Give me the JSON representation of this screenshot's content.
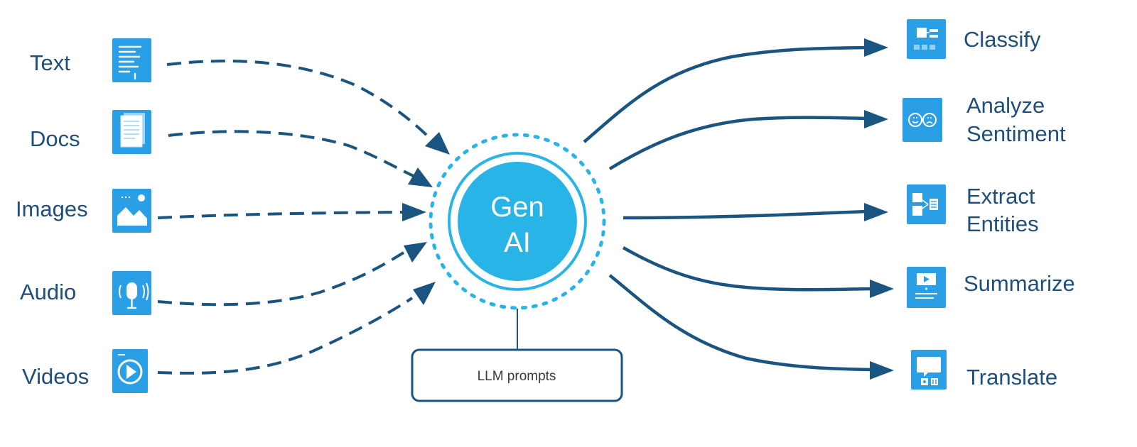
{
  "colors": {
    "arrow": "#1a5480",
    "label": "#1f4e79",
    "icon_blue": "#2a9fe6",
    "center_fill": "#29b4e8",
    "center_ring": "#29b4e8",
    "prompt_border": "#1a5480"
  },
  "center": {
    "line1": "Gen",
    "line2": "AI"
  },
  "prompt_box": {
    "label": "LLM prompts"
  },
  "inputs": [
    {
      "label": "Text",
      "icon": "text-lines-icon"
    },
    {
      "label": "Docs",
      "icon": "document-icon"
    },
    {
      "label": "Images",
      "icon": "image-icon"
    },
    {
      "label": "Audio",
      "icon": "microphone-icon"
    },
    {
      "label": "Videos",
      "icon": "play-video-icon"
    }
  ],
  "outputs": [
    {
      "label_lines": [
        "Classify"
      ],
      "icon": "classify-icon"
    },
    {
      "label_lines": [
        "Analyze",
        "Sentiment"
      ],
      "icon": "sentiment-faces-icon"
    },
    {
      "label_lines": [
        "Extract",
        "Entities"
      ],
      "icon": "extract-entities-icon"
    },
    {
      "label_lines": [
        "Summarize"
      ],
      "icon": "summarize-icon"
    },
    {
      "label_lines": [
        "Translate"
      ],
      "icon": "translate-icon"
    }
  ]
}
